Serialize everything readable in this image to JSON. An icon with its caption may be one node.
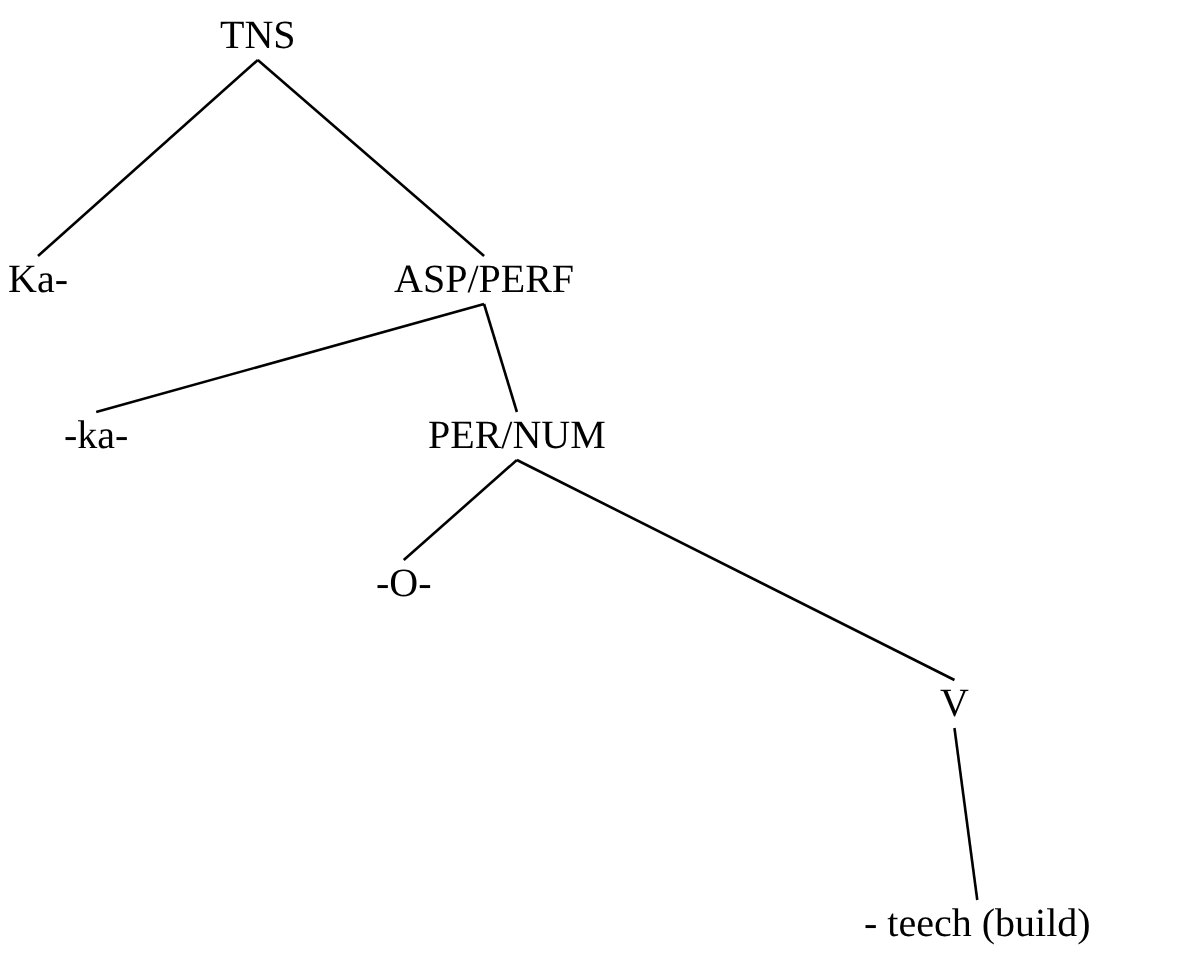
{
  "diagram": {
    "nodes": [
      {
        "text": [
          "TNS"
        ]
      },
      {
        "text": [
          "Ka-"
        ]
      },
      {
        "text": [
          "ASP/PERF"
        ]
      },
      {
        "text": [
          "-ka-"
        ]
      },
      {
        "text": [
          "PER/NUM"
        ]
      },
      {
        "text": [
          "-O-"
        ]
      },
      {
        "text": [
          "V"
        ]
      },
      {
        "text": [
          "- teech (build)"
        ]
      }
    ],
    "edges": [
      {
        "from": 0,
        "to": 1,
        "arrow": "none"
      },
      {
        "from": 0,
        "to": 2,
        "arrow": "none"
      },
      {
        "from": 2,
        "to": 3,
        "arrow": "none"
      },
      {
        "from": 2,
        "to": 4,
        "arrow": "none"
      },
      {
        "from": 4,
        "to": 5,
        "arrow": "none"
      },
      {
        "from": 4,
        "to": 6,
        "arrow": "none"
      },
      {
        "from": 6,
        "to": 7,
        "arrow": "none"
      }
    ]
  }
}
